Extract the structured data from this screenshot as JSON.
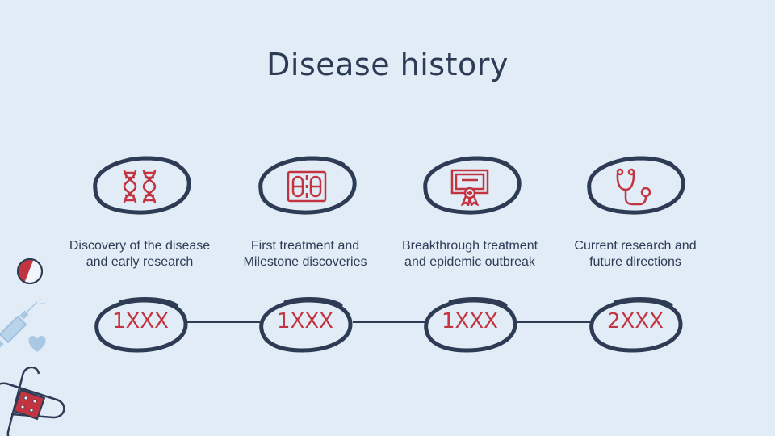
{
  "slide": {
    "title": "Disease history",
    "colors": {
      "background": "#e1ecf7",
      "outline": "#2d3b55",
      "accent": "#c2343f",
      "light_blue": "#a8c8e4"
    },
    "timeline": [
      {
        "icon": "dna-icon",
        "description_line1": "Discovery of the disease",
        "description_line2": "and early research",
        "year": "1XXX"
      },
      {
        "icon": "pill-box-icon",
        "description_line1": "First treatment and",
        "description_line2": "Milestone discoveries",
        "year": "1XXX"
      },
      {
        "icon": "certificate-icon",
        "description_line1": "Breakthrough treatment",
        "description_line2": "and epidemic outbreak",
        "year": "1XXX"
      },
      {
        "icon": "stethoscope-icon",
        "description_line1": "Current research and",
        "description_line2": "future directions",
        "year": "2XXX"
      }
    ]
  }
}
